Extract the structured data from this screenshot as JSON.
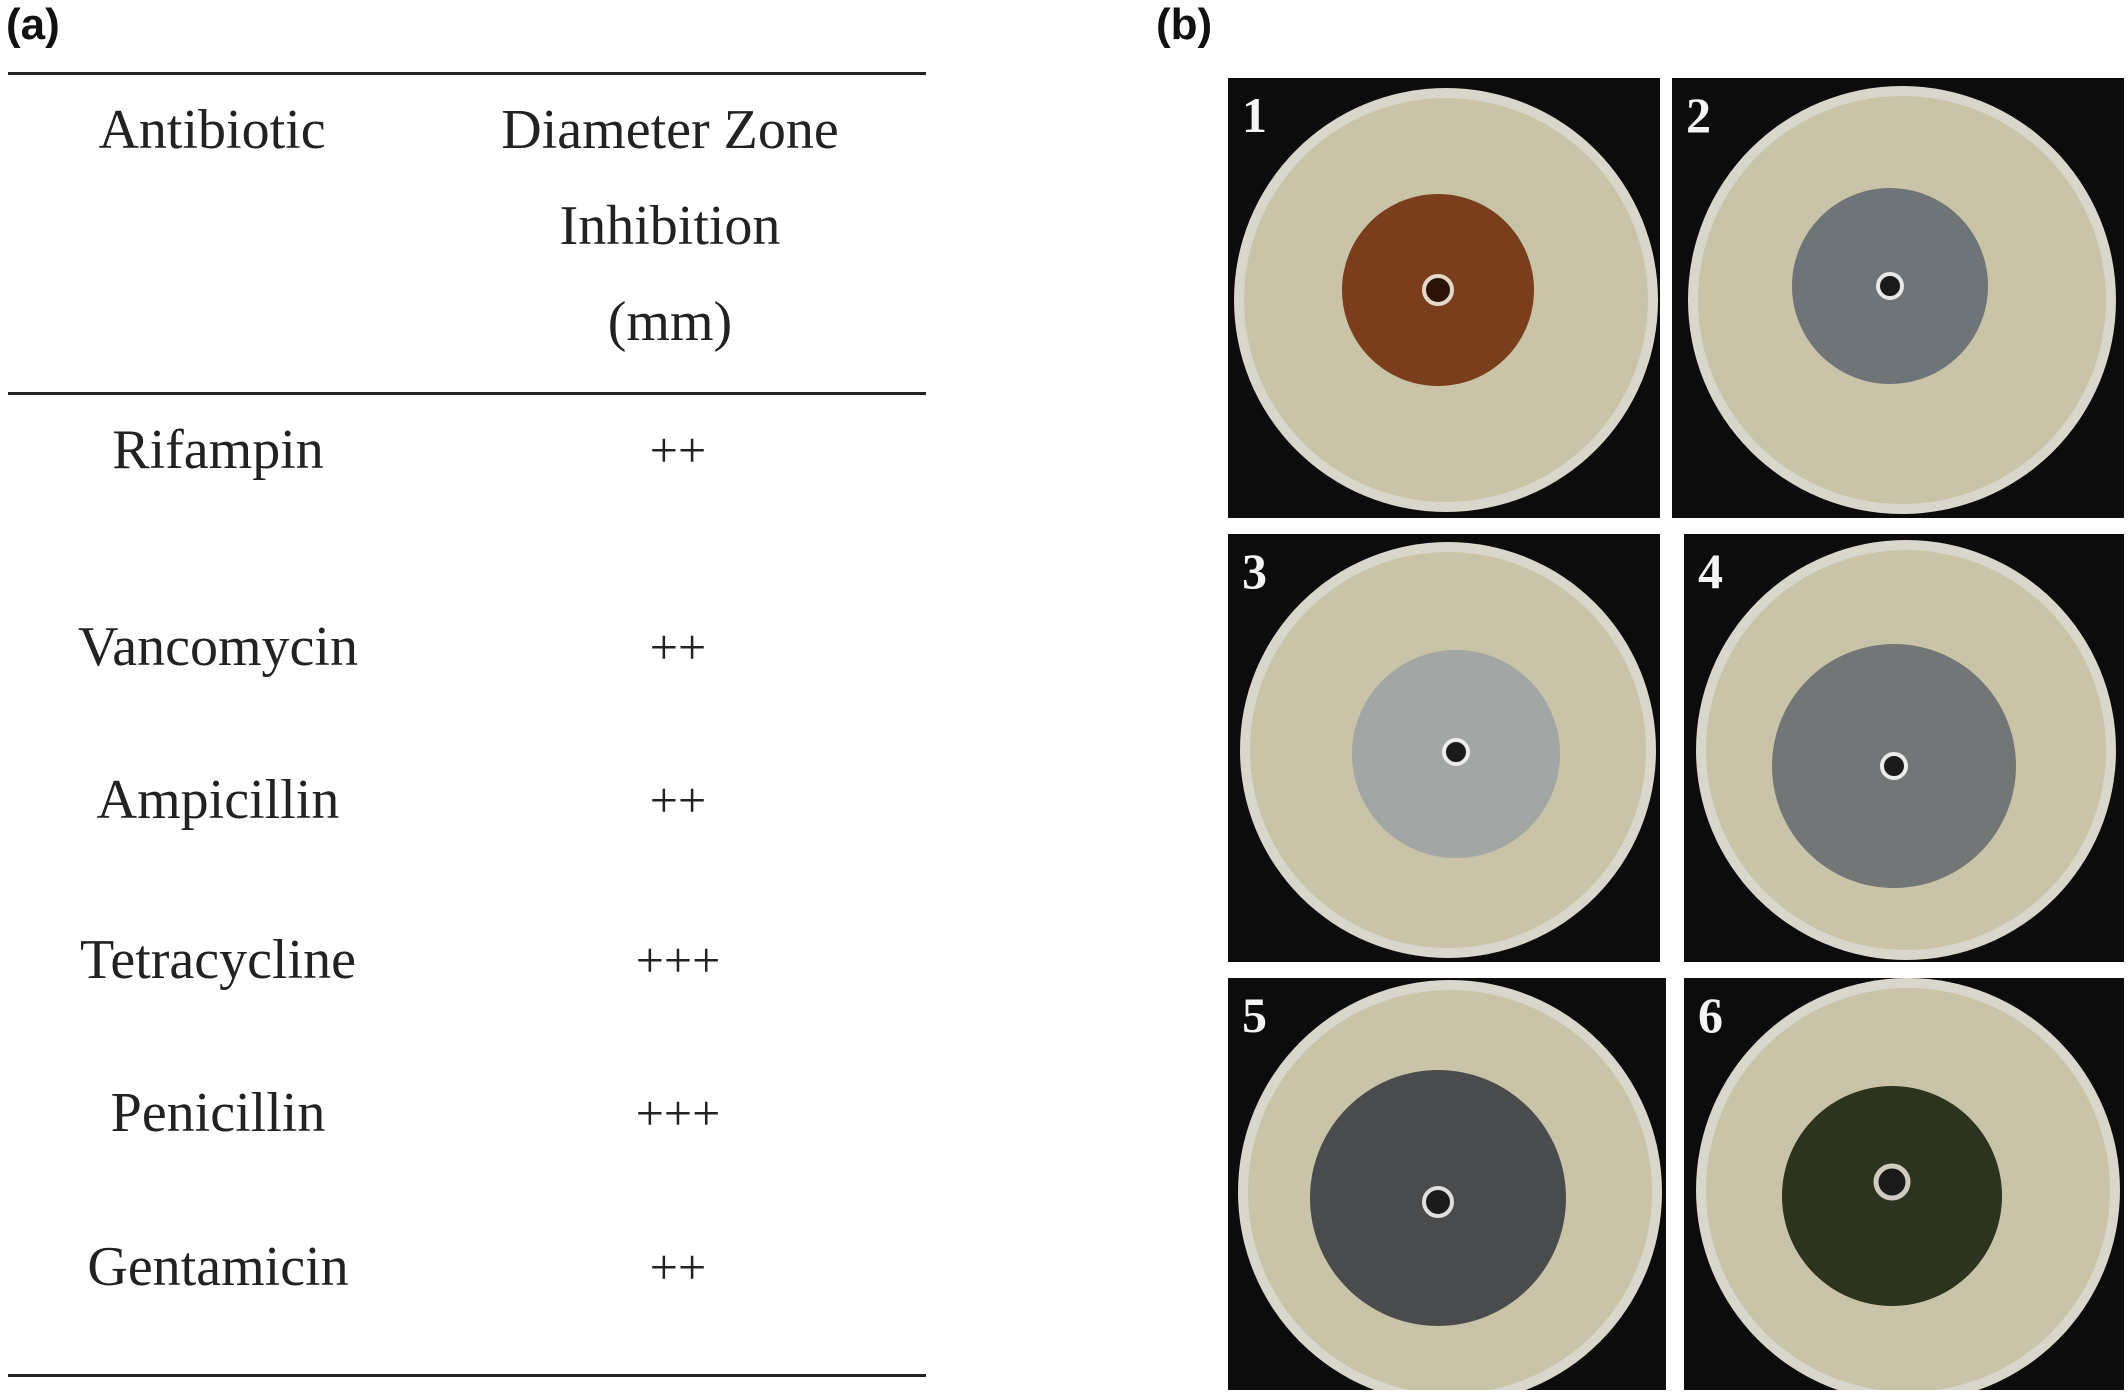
{
  "panel_a_label": "(a)",
  "panel_b_label": "(b)",
  "table": {
    "headers": {
      "col1": "Antibiotic",
      "col2_line1": "Diameter Zone",
      "col2_line2": "Inhibition",
      "col2_line3": "(mm)"
    },
    "rows": [
      {
        "antibiotic": "Rifampin",
        "inhibition": "++"
      },
      {
        "antibiotic": "Vancomycin",
        "inhibition": "++"
      },
      {
        "antibiotic": "Ampicillin",
        "inhibition": "++"
      },
      {
        "antibiotic": "Tetracycline",
        "inhibition": "+++"
      },
      {
        "antibiotic": "Penicillin",
        "inhibition": "+++"
      },
      {
        "antibiotic": "Gentamicin",
        "inhibition": "++"
      }
    ]
  },
  "plates": [
    {
      "number": "1",
      "zone_color": "#7a3e1c"
    },
    {
      "number": "2",
      "zone_color": "#6f7478"
    },
    {
      "number": "3",
      "zone_color": "#a2a6a4"
    },
    {
      "number": "4",
      "zone_color": "#737677"
    },
    {
      "number": "5",
      "zone_color": "#4a4b4d"
    },
    {
      "number": "6",
      "zone_color": "#2c3420"
    }
  ],
  "colors": {
    "lawn": "#c9c3a8",
    "plate_background": "#0c0c0c"
  }
}
